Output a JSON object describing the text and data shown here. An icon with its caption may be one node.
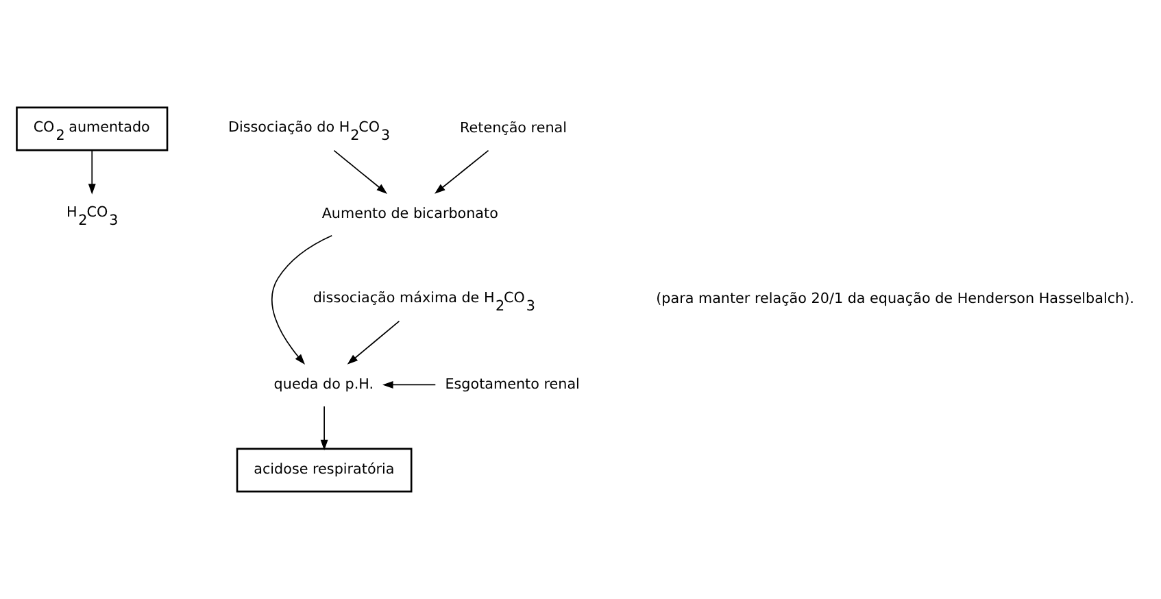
{
  "diagram": {
    "nodes": [
      {
        "text": [
          "CO$_{2}$ aumentado"
        ]
      },
      {
        "text": [
          "H$_{2}$CO$_{3}$"
        ]
      },
      {
        "text": [
          "Dissociação do H$_{2}$CO$_{3}$"
        ]
      },
      {
        "text": [
          "Retenção renal"
        ]
      },
      {
        "text": [
          "Aumento de bicarbonato"
        ]
      },
      {
        "text": [
          "dissociação máxima de H$_{2}$CO$_{3}$"
        ]
      },
      {
        "text": [
          "Esgotamento renal"
        ]
      },
      {
        "text": [
          "queda do p.H."
        ]
      },
      {
        "text": [
          "acidose respiratória"
        ]
      }
    ],
    "edges": [
      {
        "from": 0,
        "to": 1,
        "arrow": "to"
      },
      {
        "from": 2,
        "to": 4,
        "arrow": "to"
      },
      {
        "from": 3,
        "to": 4,
        "arrow": "to"
      },
      {
        "from": 4,
        "to": 7,
        "arrow": "to"
      },
      {
        "from": 5,
        "to": 7,
        "arrow": "to"
      },
      {
        "from": 6,
        "to": 7,
        "arrow": "to"
      },
      {
        "from": 7,
        "to": 8,
        "arrow": "to"
      }
    ],
    "labels": [
      "(para manter relação 20/1 da equação de Henderson Hasselbalch)."
    ]
  }
}
